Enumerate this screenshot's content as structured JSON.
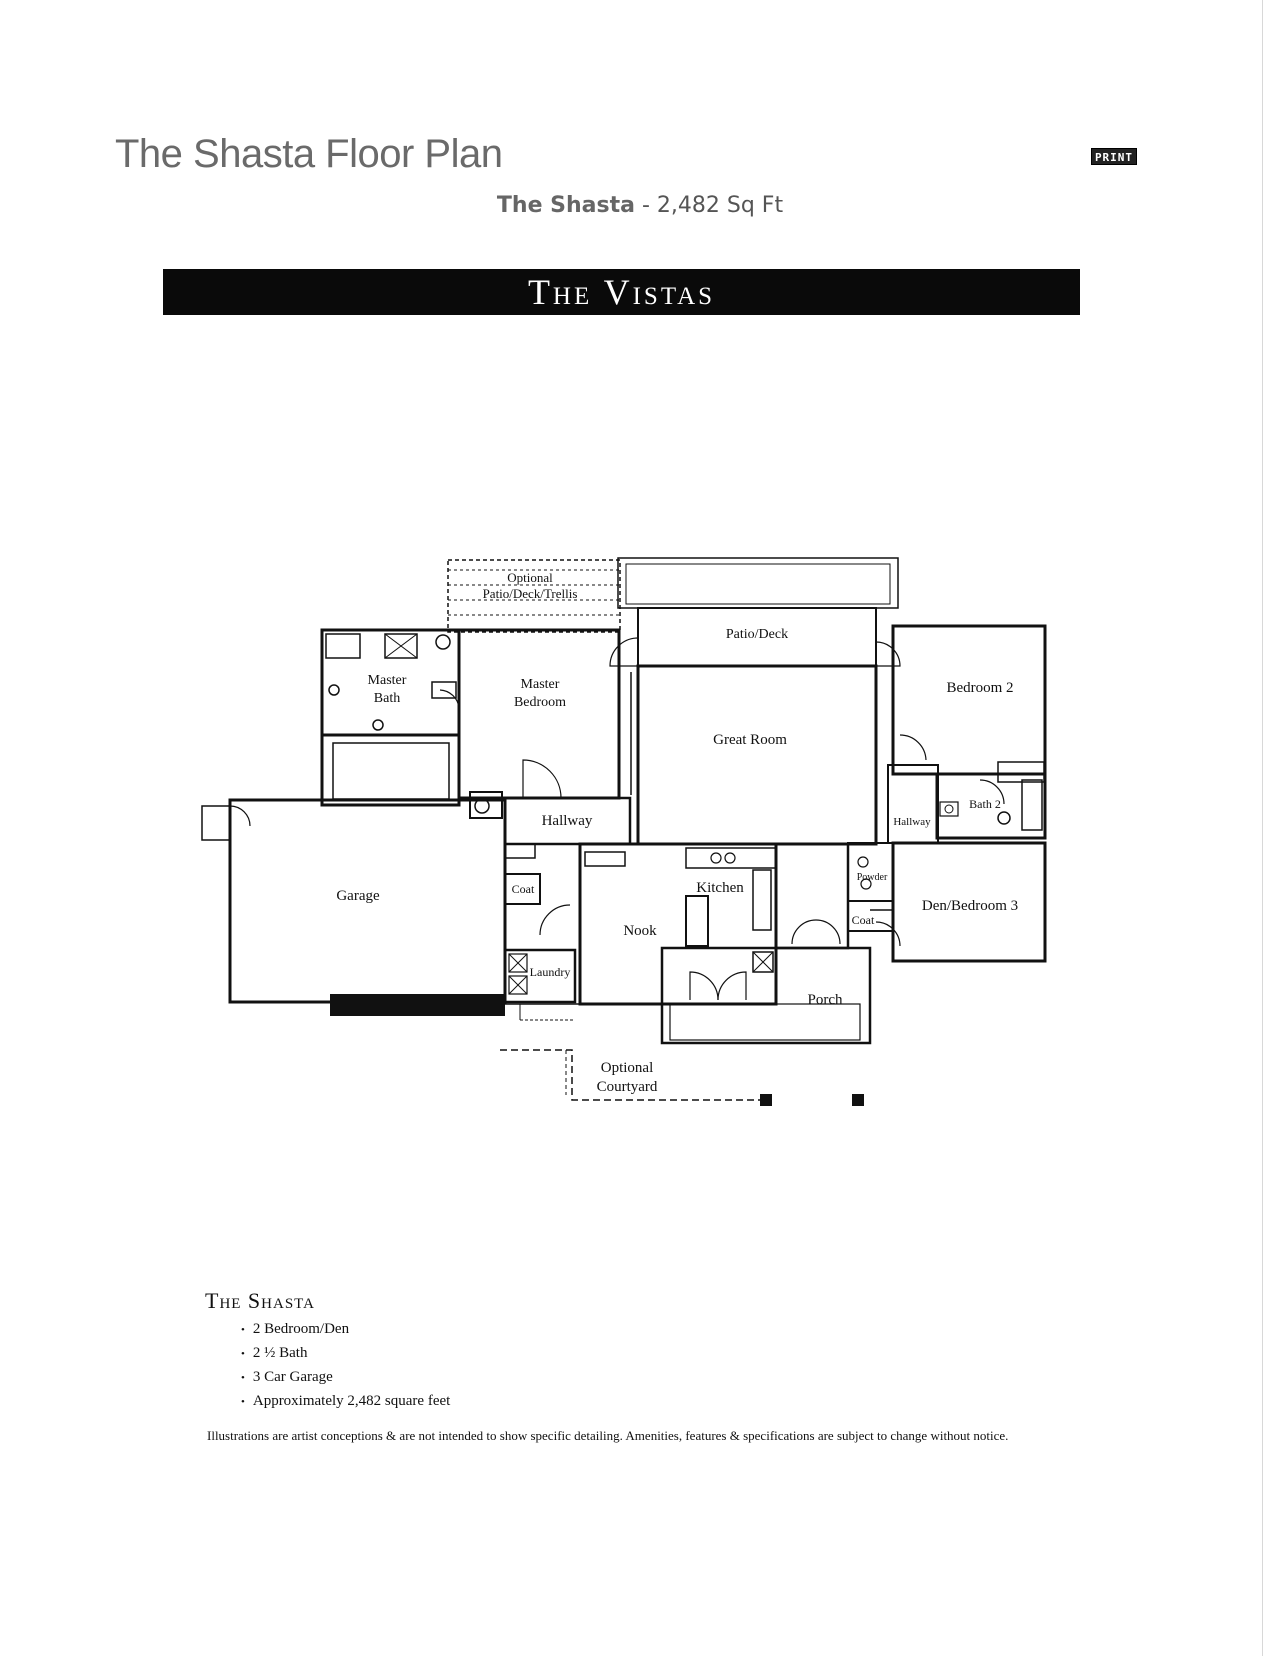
{
  "header": {
    "title": "The Shasta Floor Plan",
    "print_label": "PRINT",
    "subtitle_model": "The Shasta",
    "subtitle_area": " - 2,482 Sq Ft",
    "banner": "The Vistas"
  },
  "plan": {
    "rooms": {
      "optional_patio_line1": "Optional",
      "optional_patio_line2": "Patio/Deck/Trellis",
      "patio_deck": "Patio/Deck",
      "master_bath_line1": "Master",
      "master_bath_line2": "Bath",
      "master_bedroom_line1": "Master",
      "master_bedroom_line2": "Bedroom",
      "great_room": "Great Room",
      "bedroom2": "Bedroom 2",
      "hallway_left": "Hallway",
      "hallway_right": "Hallway",
      "bath2": "Bath 2",
      "garage": "Garage",
      "coat_left": "Coat",
      "kitchen": "Kitchen",
      "nook": "Nook",
      "laundry": "Laundry",
      "powder": "Powder",
      "coat_right": "Coat",
      "den_bedroom3": "Den/Bedroom 3",
      "porch": "Porch",
      "optional_courtyard_line1": "Optional",
      "optional_courtyard_line2": "Courtyard"
    }
  },
  "features": {
    "model_name": "The Shasta",
    "items": [
      "2 Bedroom/Den",
      "2 ½ Bath",
      "3 Car Garage",
      "Approximately 2,482 square feet"
    ]
  },
  "disclaimer": "Illustrations are artist conceptions & are not intended to show specific detailing. Amenities, features & specifications are subject to change without notice."
}
